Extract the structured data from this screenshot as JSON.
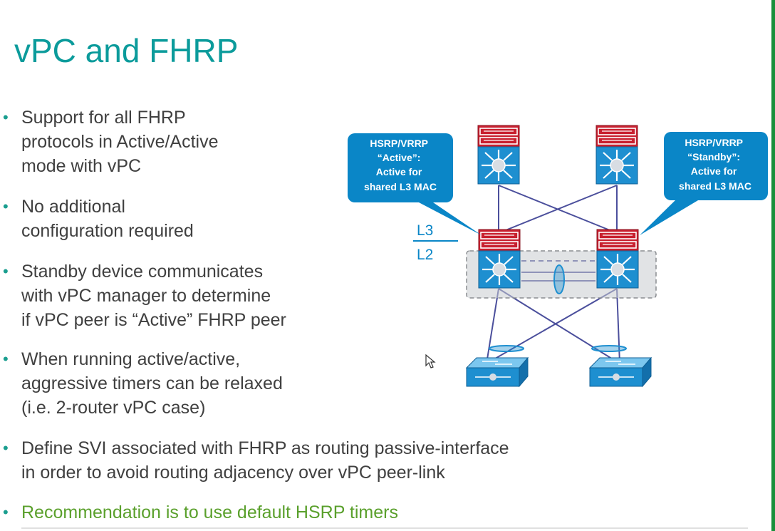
{
  "slide": {
    "title": "vPC and FHRP",
    "bullets": [
      {
        "text": "Support for all FHRP\nprotocols in Active/Active\nmode with vPC"
      },
      {
        "text": "No additional\nconfiguration required"
      },
      {
        "text": "Standby device communicates\nwith vPC manager to determine\nif vPC peer is “Active” FHRP peer"
      },
      {
        "text": "When running active/active,\naggressive timers can be relaxed\n(i.e. 2-router vPC case)"
      },
      {
        "text": "Define SVI associated with FHRP as routing passive-interface\nin order to avoid routing adjacency over vPC peer-link"
      },
      {
        "text": "Recommendation is to use default HSRP timers"
      }
    ],
    "bullet_symbol": "•"
  },
  "diagram": {
    "callout_left": [
      "HSRP/VRRP",
      "“Active”:",
      "Active for",
      "shared L3 MAC"
    ],
    "callout_right": [
      "HSRP/VRRP",
      "“Standby”:",
      "Active for",
      "shared L3 MAC"
    ],
    "l3_label": "L3",
    "l2_label": "L2"
  },
  "colors": {
    "title": "#0b9b9b",
    "body_text": "#404040",
    "highlight_text": "#5aa02c",
    "callout": "#0a86c7",
    "switch_blue": "#1e8fd0",
    "router_red": "#c8202f",
    "link": "#4b4f9c"
  }
}
